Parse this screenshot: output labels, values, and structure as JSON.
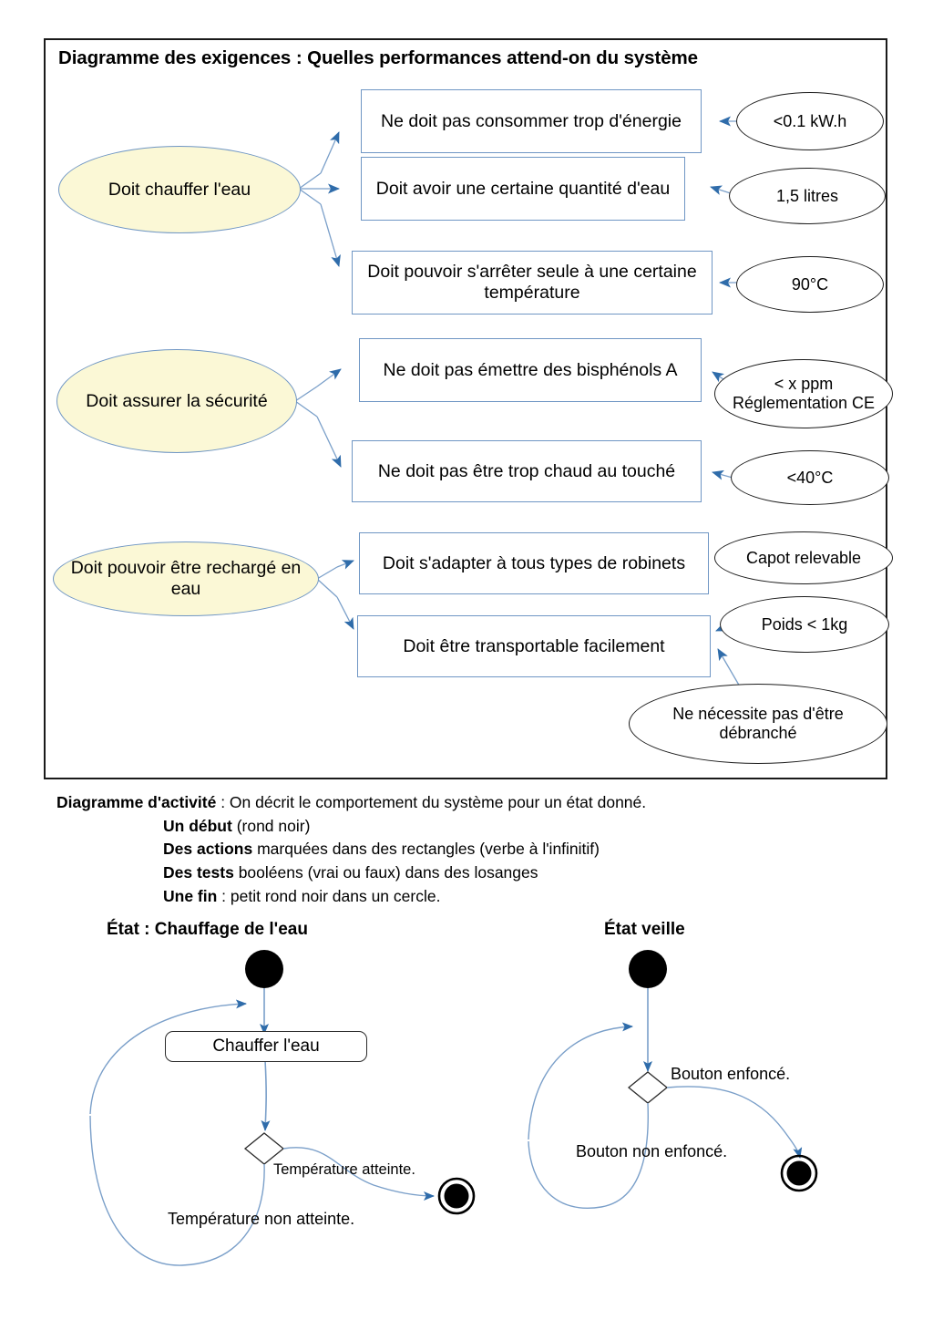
{
  "requirements_diagram": {
    "title": "Diagramme des exigences : Quelles performances attend-on du système",
    "goals": [
      {
        "id": "g1",
        "label": "Doit chauffer l'eau"
      },
      {
        "id": "g2",
        "label": "Doit assurer la sécurité"
      },
      {
        "id": "g3",
        "label": "Doit pouvoir être rechargé en eau"
      }
    ],
    "requirements": [
      {
        "id": "r1",
        "label": "Ne doit pas consommer trop d'énergie",
        "goal": "g1"
      },
      {
        "id": "r2",
        "label": "Doit avoir une certaine quantité d'eau",
        "goal": "g1"
      },
      {
        "id": "r3",
        "label": "Doit pouvoir s'arrêter seule à une certaine température",
        "goal": "g1"
      },
      {
        "id": "r4",
        "label": "Ne doit pas émettre des bisphénols A",
        "goal": "g2"
      },
      {
        "id": "r5",
        "label": "Ne doit pas être trop chaud au touché",
        "goal": "g2"
      },
      {
        "id": "r6",
        "label": "Doit s'adapter à tous types de robinets",
        "goal": "g3"
      },
      {
        "id": "r7",
        "label": "Doit être transportable facilement",
        "goal": "g3"
      }
    ],
    "criteria": [
      {
        "id": "c1",
        "label": "<0.1 kW.h",
        "requirement": "r1"
      },
      {
        "id": "c2",
        "label": "1,5 litres",
        "requirement": "r2"
      },
      {
        "id": "c3",
        "label": "90°C",
        "requirement": "r3"
      },
      {
        "id": "c4",
        "label": "< x ppm\nRéglementation CE",
        "line1": "< x ppm",
        "line2": "Réglementation CE",
        "requirement": "r4"
      },
      {
        "id": "c5",
        "label": "<40°C",
        "requirement": "r5"
      },
      {
        "id": "c6",
        "label": "Capot relevable",
        "requirement": "r6"
      },
      {
        "id": "c7",
        "label": "Poids < 1kg",
        "requirement": "r7"
      },
      {
        "id": "c8",
        "label": "Ne nécessite pas d'être débranché",
        "line1": "Ne nécessite pas d'être",
        "line2": "débranché",
        "requirement": "r7"
      }
    ]
  },
  "activity_legend": {
    "heading_bold": "Diagramme d'activité",
    "heading_rest": " : On décrit le comportement du système pour un état donné.",
    "items": [
      {
        "bold": "Un début",
        "rest": " (rond noir)"
      },
      {
        "bold": "Des actions",
        "rest": " marquées dans des rectangles (verbe à l'infinitif)"
      },
      {
        "bold": "Des  tests",
        "rest": " booléens (vrai ou faux) dans des losanges"
      },
      {
        "bold": "Une fin",
        "rest": " : petit rond noir dans un cercle."
      }
    ]
  },
  "activity_diagrams": [
    {
      "id": "heating",
      "title": "État : Chauffage de l'eau",
      "action": "Chauffer l'eau",
      "decision_true_label": "Température atteinte.",
      "decision_false_label": "Température non atteinte."
    },
    {
      "id": "standby",
      "title": "État veille",
      "action": "",
      "decision_true_label": "Bouton enfoncé.",
      "decision_false_label": "Bouton non enfoncé."
    }
  ],
  "colors": {
    "goal_fill": "#fbf8d6",
    "goal_stroke": "#6f96c4",
    "rect_stroke": "#6f96c4",
    "arrow_blue": "#2f6caa",
    "connector_blue": "#7a9fc9",
    "frame_black": "#1a1a1a",
    "page_background": "#ffffff"
  }
}
